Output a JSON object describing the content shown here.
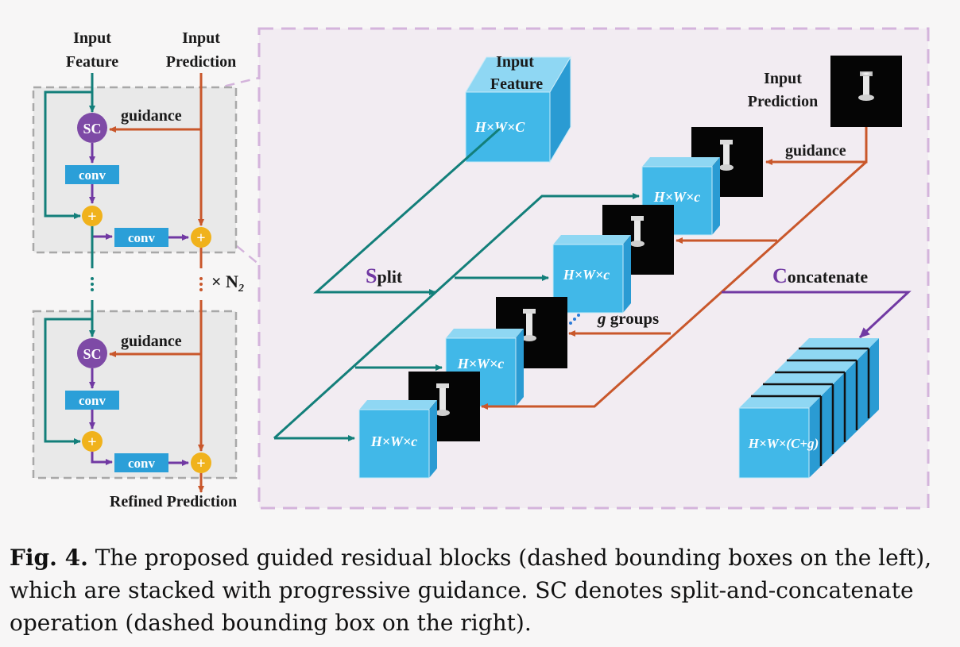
{
  "left_panel": {
    "input_feature_line1": "Input",
    "input_feature_line2": "Feature",
    "input_prediction_line1": "Input",
    "input_prediction_line2": "Prediction",
    "block1": {
      "sc_label": "SC",
      "guidance_label": "guidance",
      "conv1_label": "conv",
      "conv2_label": "conv"
    },
    "repeat_label": "× N",
    "repeat_subscript": "2",
    "block2": {
      "sc_label": "SC",
      "guidance_label": "guidance",
      "conv1_label": "conv",
      "conv2_label": "conv"
    },
    "output_label": "Refined Prediction"
  },
  "right_panel": {
    "input_feature_line1": "Input",
    "input_feature_line2": "Feature",
    "input_feature_dims": "H×W×C",
    "input_prediction_line1": "Input",
    "input_prediction_line2": "Prediction",
    "guidance_label": "guidance",
    "split_initial": "S",
    "split_rest": "plit",
    "concat_initial": "C",
    "concat_rest": "oncatenate",
    "groups_g": "g",
    "groups_rest": " groups",
    "group_dims": [
      "H×W×c",
      "H×W×c",
      "H×W×c",
      "H×W×c"
    ],
    "output_dims": "H×W×(C+g)"
  },
  "caption": {
    "label": "Fig. 4.",
    "text": " The proposed guided residual blocks (dashed bounding boxes on the left), which are stacked with progressive guidance. SC denotes split-and-concatenate operation (dashed bounding box on the right)."
  },
  "colors": {
    "teal": "#137f7a",
    "orange": "#c9572b",
    "purple": "#7139a3",
    "sc_circle": "#7e4aa6",
    "plus_circle": "#f0b21c",
    "conv_box": "#2b9fd8",
    "cube_front": "#41b8e8",
    "cube_top": "#8fd7f3",
    "cube_side": "#2a9bd3",
    "dashed_gray": "#a8a8a8",
    "dashed_purple": "#d4b4dc",
    "panel_right_bg": "#f2ecf2",
    "block_bg": "#e9e9e9"
  }
}
